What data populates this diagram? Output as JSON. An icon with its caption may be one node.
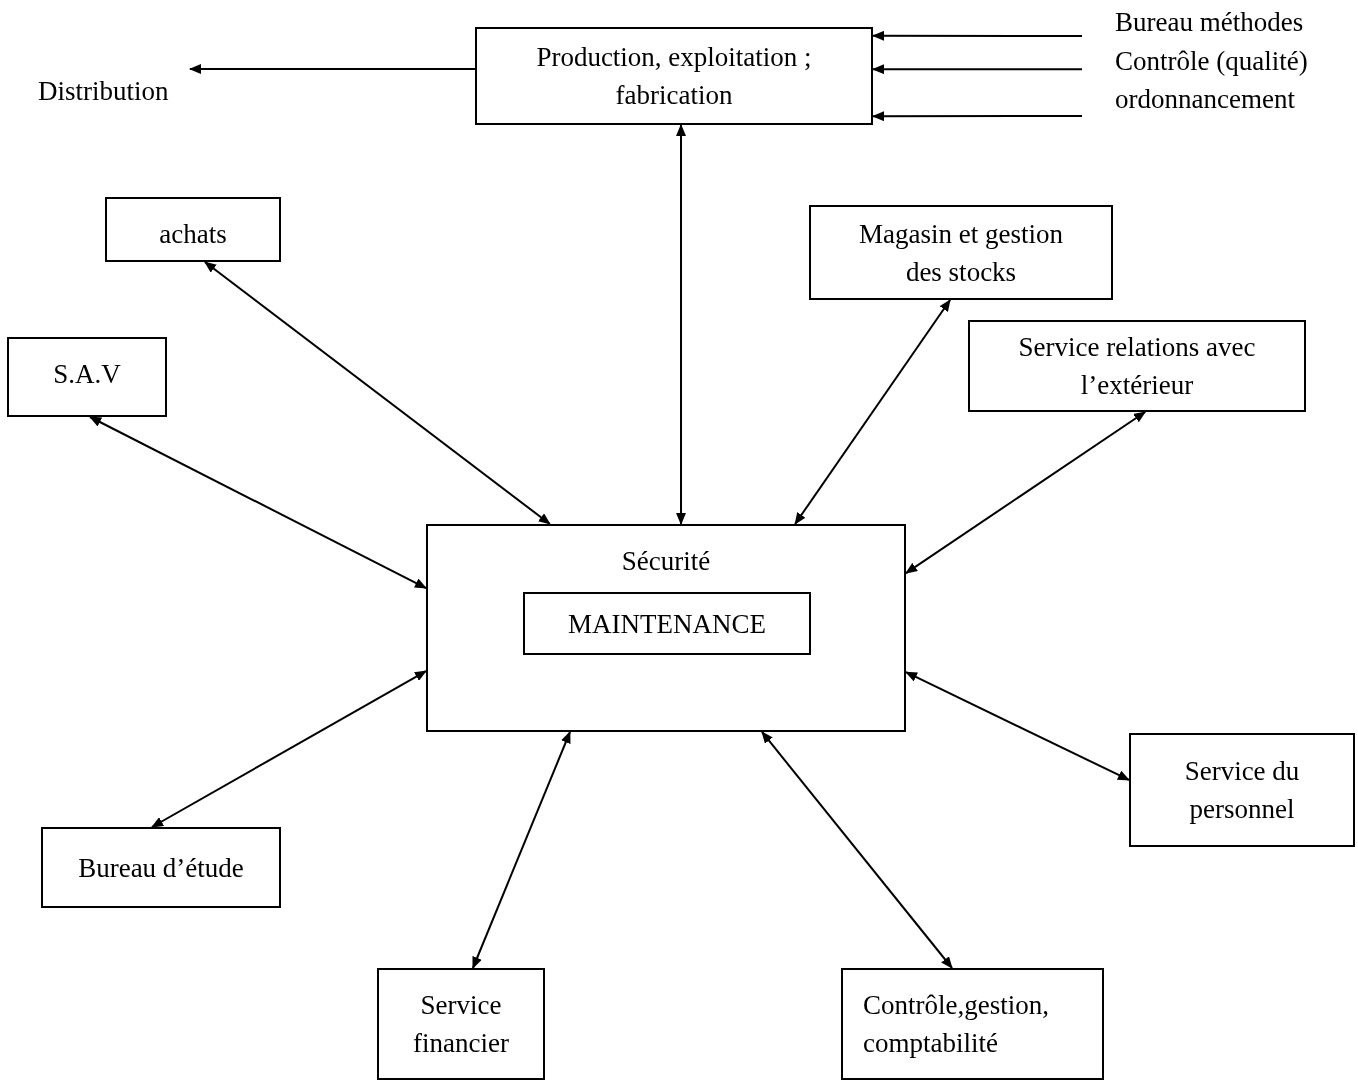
{
  "diagram": {
    "nodes": [
      {
        "text": [
          "Production, exploitation ; fabrication"
        ]
      },
      {
        "text": [
          "Distribution"
        ]
      },
      {
        "text": [
          "Bureau méthodes"
        ]
      },
      {
        "text": [
          "Contrôle (qualité)"
        ]
      },
      {
        "text": [
          "ordonnancement"
        ]
      },
      {
        "text": [
          "achats"
        ]
      },
      {
        "text": [
          "Magasin et gestion des stocks"
        ]
      },
      {
        "text": [
          "S.A.V"
        ]
      },
      {
        "text": [
          "Service relations avec l’extérieur"
        ]
      },
      {
        "text": [
          "Sécurité"
        ]
      },
      {
        "text": [
          "MAINTENANCE"
        ],
        "in": 9
      },
      {
        "text": [
          "Bureau d’étude"
        ]
      },
      {
        "text": [
          "Service du personnel"
        ]
      },
      {
        "text": [
          "Service financier"
        ]
      },
      {
        "text": [
          "Contrôle,gestion, comptabilité"
        ]
      }
    ],
    "edges": [
      {
        "from": 0,
        "to": 1,
        "arrow": "to"
      },
      {
        "from": 2,
        "to": 0,
        "arrow": "to"
      },
      {
        "from": 3,
        "to": 0,
        "arrow": "to"
      },
      {
        "from": 4,
        "to": 0,
        "arrow": "to"
      },
      {
        "from": 0,
        "to": 9,
        "arrow": "both"
      },
      {
        "from": 5,
        "to": 9,
        "arrow": "both"
      },
      {
        "from": 7,
        "to": 9,
        "arrow": "both"
      },
      {
        "from": 6,
        "to": 9,
        "arrow": "both"
      },
      {
        "from": 8,
        "to": 9,
        "arrow": "both"
      },
      {
        "from": 11,
        "to": 9,
        "arrow": "both"
      },
      {
        "from": 12,
        "to": 9,
        "arrow": "both"
      },
      {
        "from": 13,
        "to": 9,
        "arrow": "both"
      },
      {
        "from": 14,
        "to": 9,
        "arrow": "both"
      }
    ]
  }
}
